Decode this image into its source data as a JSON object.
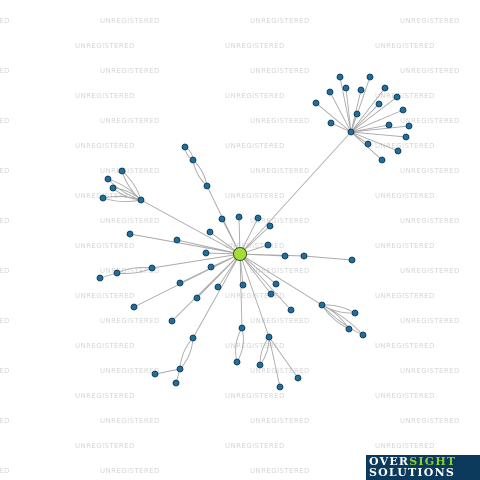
{
  "watermark": {
    "text": "UNREGISTERED"
  },
  "logo": {
    "part1": "OVER",
    "part2": "SIGHT",
    "line2": "SOLUTIONS"
  },
  "colors": {
    "hub": "#a4dc3a",
    "node": "#1f6e9b",
    "edge": "#a9a9a9",
    "watermark": "#d6d6d6"
  }
}
